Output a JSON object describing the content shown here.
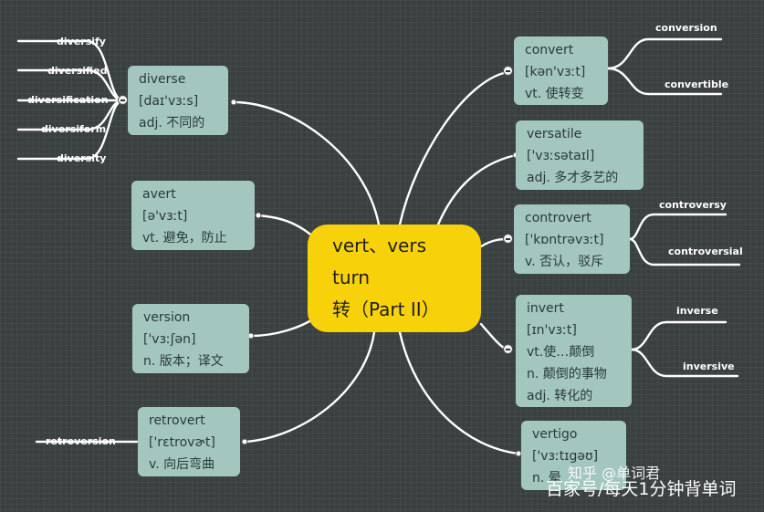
{
  "center": {
    "lines": [
      "vert、vers",
      "turn",
      "转（Part II）"
    ]
  },
  "nodes": {
    "diverse": {
      "word": "diverse",
      "phonetic": "[daɪ'vɜːs]",
      "meanings": [
        "adj. 不同的"
      ]
    },
    "avert": {
      "word": "avert",
      "phonetic": "[ə'vɜːt]",
      "meanings": [
        "vt. 避免，防止"
      ]
    },
    "version": {
      "word": "version",
      "phonetic": "['vɜːʃən]",
      "meanings": [
        "n. 版本；译文"
      ]
    },
    "retrovert": {
      "word": "retrovert",
      "phonetic": "['rɛtrovɚt]",
      "meanings": [
        "v. 向后弯曲"
      ]
    },
    "convert": {
      "word": "convert",
      "phonetic": "[kən'vɜːt]",
      "meanings": [
        "vt. 使转变"
      ]
    },
    "versatile": {
      "word": "versatile",
      "phonetic": "['vɜːsətaɪl]",
      "meanings": [
        "adj. 多才多艺的"
      ]
    },
    "controvert": {
      "word": "controvert",
      "phonetic": "['kɒntrəvɜːt]",
      "meanings": [
        "v. 否认，驳斥"
      ]
    },
    "invert": {
      "word": "invert",
      "phonetic": "[ɪn'vɜːt]",
      "meanings": [
        "vt.使…颠倒",
        "n. 颠倒的事物",
        "adj. 转化的"
      ]
    },
    "vertigo": {
      "word": "vertigo",
      "phonetic": "['vɜːtɪgəʊ]",
      "meanings": [
        "n. 晕"
      ]
    }
  },
  "leaves": {
    "diverse": [
      "diversify",
      "diversified",
      "diversification",
      "diversiform",
      "diversity"
    ],
    "retrovert": [
      "retroversion"
    ],
    "convert": [
      "conversion",
      "convertible"
    ],
    "controvert": [
      "controversy",
      "controversial"
    ],
    "invert": [
      "inverse",
      "inversive"
    ]
  },
  "watermark": {
    "line1": "知乎 @单词君",
    "line2": "百家号/每天1分钟背单词"
  },
  "colors": {
    "background": "#3a3f40",
    "node_fill": "#a3c6bf",
    "center_fill": "#f7d20b",
    "link": "#ffffff"
  }
}
